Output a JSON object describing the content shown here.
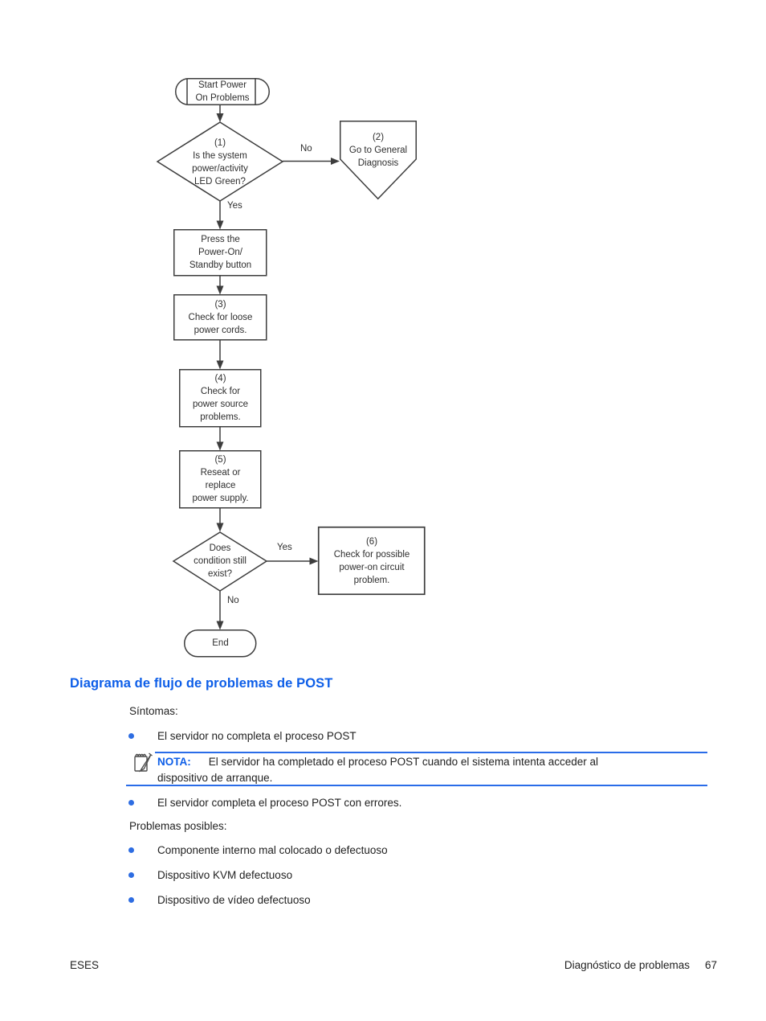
{
  "flowchart": {
    "start": "Start Power\nOn Problems",
    "decision1": "(1)\nIs the system\npower/activity\nLED Green?",
    "offpage2": "(2)\nGo to General\nDiagnosis",
    "press": "Press the\nPower-On/\nStandby button",
    "box3": "(3)\nCheck for loose\npower cords.",
    "box4": "(4)\nCheck for\npower source\nproblems.",
    "box5": "(5)\nReseat or\nreplace\npower supply.",
    "decision2": "Does\ncondition still\nexist?",
    "box6": "(6)\nCheck for possible\npower-on circuit\nproblem.",
    "end": "End",
    "edge_no_1": "No",
    "edge_yes_1": "Yes",
    "edge_yes_2": "Yes",
    "edge_no_2": "No"
  },
  "section": {
    "heading": "Diagrama de flujo de problemas de POST",
    "sintomas_label": "Síntomas:",
    "sintomas_bullets": [
      "El servidor no completa el proceso POST",
      "El servidor completa el proceso POST con errores."
    ],
    "note": {
      "label": "NOTA:",
      "text": "El servidor ha completado el proceso POST cuando el sistema intenta acceder al\ndispositivo de arranque."
    },
    "problemas_label": "Problemas posibles:",
    "problemas_bullets": [
      "Componente interno mal colocado o defectuoso",
      "Dispositivo KVM defectuoso",
      "Dispositivo de vídeo defectuoso"
    ]
  },
  "footer": {
    "left": "ESES",
    "right": "Diagnóstico de problemas",
    "page_number": "67"
  },
  "colors": {
    "heading_blue": "#0d5ee8",
    "note_rule_blue": "#2a6ce8",
    "bullet_blue": "#2e6de2",
    "flowchart_line": "#3d3d3d"
  }
}
